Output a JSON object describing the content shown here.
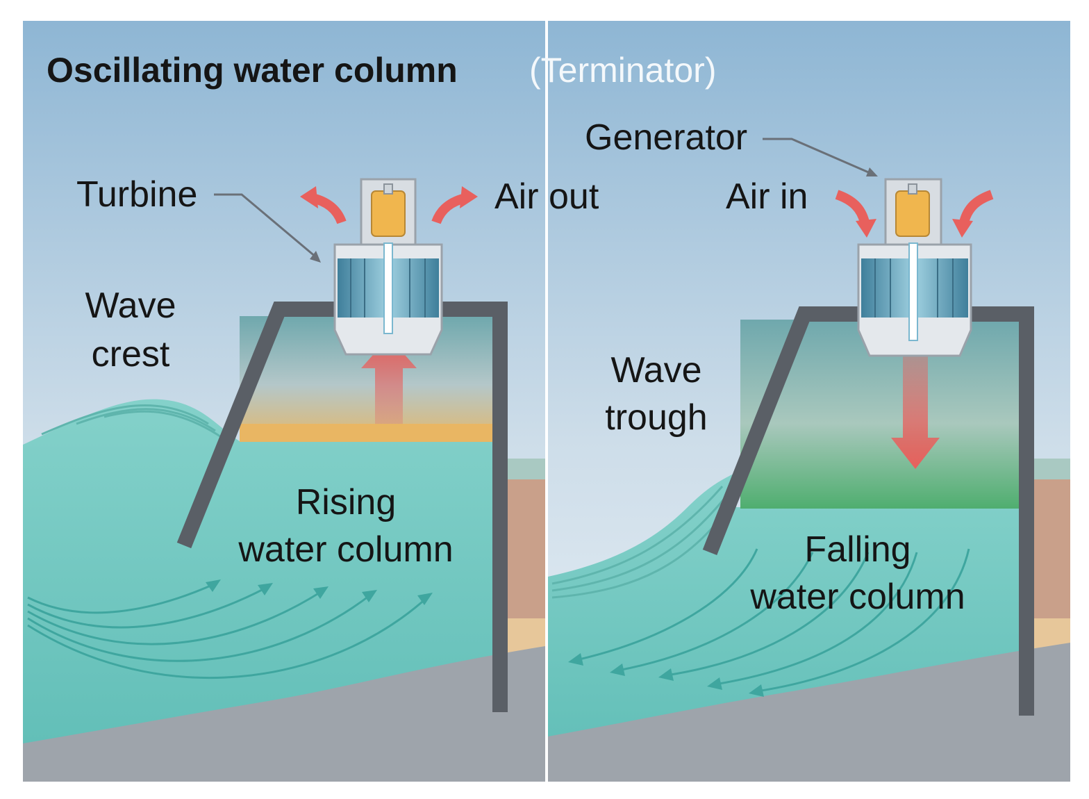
{
  "title": "Oscillating water column",
  "subtitle": "(Terminator)",
  "left_panel": {
    "turbine_label": "Turbine",
    "air_label": "Air out",
    "wave_label_line1": "Wave",
    "wave_label_line2": "crest",
    "column_label_line1": "Rising",
    "column_label_line2": "water column"
  },
  "right_panel": {
    "generator_label": "Generator",
    "air_label": "Air in",
    "wave_label_line1": "Wave",
    "wave_label_line2": "trough",
    "column_label_line1": "Falling",
    "column_label_line2": "water column"
  },
  "colors": {
    "sky_top": "#8eb6d4",
    "sky_bottom": "#e6eef5",
    "water": "#7fcfc8",
    "seabed": "#9ea4ab",
    "structure": "#5a5f66",
    "air_arrow": "#e8605d",
    "generator": "#f0b64e",
    "turbine": "#5f9ab4"
  }
}
